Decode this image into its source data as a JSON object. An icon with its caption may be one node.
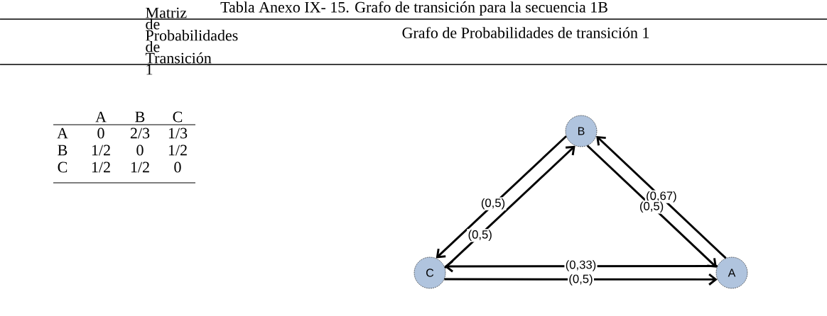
{
  "diagram": {
    "title": "Tabla Anexo IX- 15. Grafo de transición para la secuencia 1B",
    "nodes": [
      {
        "text": [
          "B"
        ]
      },
      {
        "text": [
          "C"
        ]
      },
      {
        "text": [
          "A"
        ]
      }
    ],
    "edges": [
      {
        "from": 0,
        "to": 1,
        "arrow": "to",
        "label": "(0,5)"
      },
      {
        "from": 1,
        "to": 0,
        "arrow": "to",
        "label": "(0,5)"
      },
      {
        "from": 2,
        "to": 0,
        "arrow": "to",
        "label": "(0,67)"
      },
      {
        "from": 0,
        "to": 2,
        "arrow": "to",
        "label": "(0,5)"
      },
      {
        "from": 2,
        "to": 1,
        "arrow": "to",
        "label": "(0,33)"
      },
      {
        "from": 1,
        "to": 2,
        "arrow": "to",
        "label": "(0,5)"
      }
    ],
    "labels": [
      "Matriz de Probabilidades de Transición 1",
      "Grafo de Probabilidades de transición 1",
      "A",
      "B",
      "C",
      "A",
      "0",
      "2/3",
      "1/3",
      "B",
      "1/2",
      "0",
      "1/2",
      "C",
      "1/2",
      "1/2",
      "0"
    ]
  }
}
